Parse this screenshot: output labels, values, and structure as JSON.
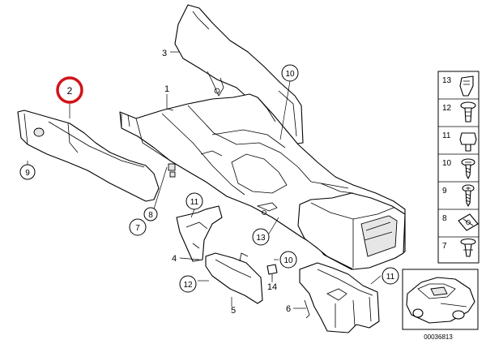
{
  "colors": {
    "highlight": "#d0141a",
    "line": "#000000",
    "background": "#ffffff"
  },
  "callouts": {
    "c1": "1",
    "c2": "2",
    "c3": "3",
    "c4": "4",
    "c5": "5",
    "c6": "6",
    "c7": "7",
    "c8": "8",
    "c9": "9",
    "c10a": "10",
    "c10b": "10",
    "c11a": "11",
    "c11b": "11",
    "c12": "12",
    "c13": "13",
    "c14": "14"
  },
  "parts_legend": [
    {
      "number": "13",
      "icon": "clip-icon"
    },
    {
      "number": "12",
      "icon": "expansion-rivet-icon"
    },
    {
      "number": "11",
      "icon": "hex-bolt-icon"
    },
    {
      "number": "10",
      "icon": "torx-screw-icon"
    },
    {
      "number": "9",
      "icon": "phillips-screw-icon"
    },
    {
      "number": "8",
      "icon": "spring-nut-icon"
    },
    {
      "number": "7",
      "icon": "push-pin-icon"
    }
  ],
  "diagram_id": "00036813",
  "highlighted_part": "2"
}
